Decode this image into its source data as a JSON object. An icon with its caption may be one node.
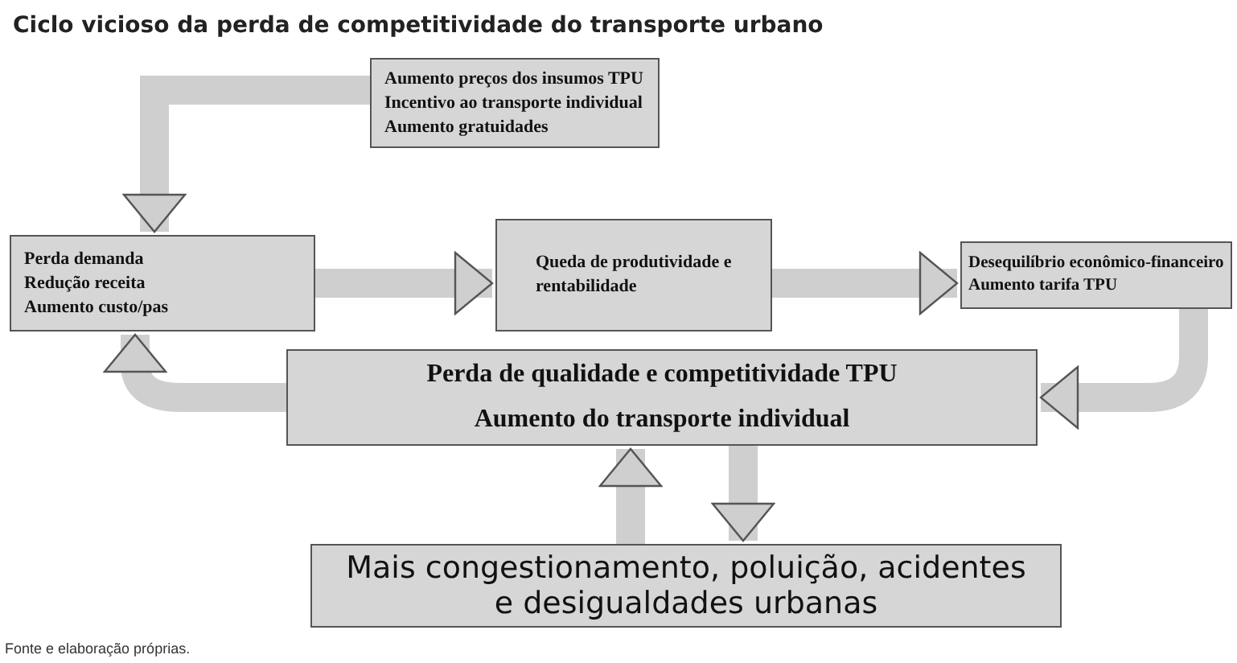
{
  "diagram": {
    "title": "Ciclo vicioso da perda de competitividade do transporte urbano",
    "nodes": [
      {
        "text": [
          "Aumento preços dos insumos TPU",
          "Incentivo ao transporte individual",
          "Aumento gratuidades"
        ]
      },
      {
        "text": [
          "Perda demanda",
          "Redução receita",
          "Aumento custo/pas"
        ]
      },
      {
        "text": [
          "Queda de produtividade e rentabilidade"
        ]
      },
      {
        "text": [
          "Desequilíbrio econômico-financeiro",
          "Aumento tarifa TPU"
        ]
      },
      {
        "text": [
          "Perda de qualidade e competitividade TPU",
          "Aumento do transporte individual"
        ]
      },
      {
        "text": [
          "Mais congestionamento, poluição, acidentes e desigualdades urbanas"
        ]
      }
    ],
    "edges": [
      {
        "from": 0,
        "to": 1,
        "arrow": "to"
      },
      {
        "from": 1,
        "to": 2,
        "arrow": "to"
      },
      {
        "from": 2,
        "to": 3,
        "arrow": "to"
      },
      {
        "from": 3,
        "to": 4,
        "arrow": "to"
      },
      {
        "from": 4,
        "to": 1,
        "arrow": "to"
      },
      {
        "from": 4,
        "to": 5,
        "arrow": "to"
      },
      {
        "from": 5,
        "to": 4,
        "arrow": "to"
      }
    ],
    "labels": [
      "Fonte e elaboração próprias."
    ]
  }
}
